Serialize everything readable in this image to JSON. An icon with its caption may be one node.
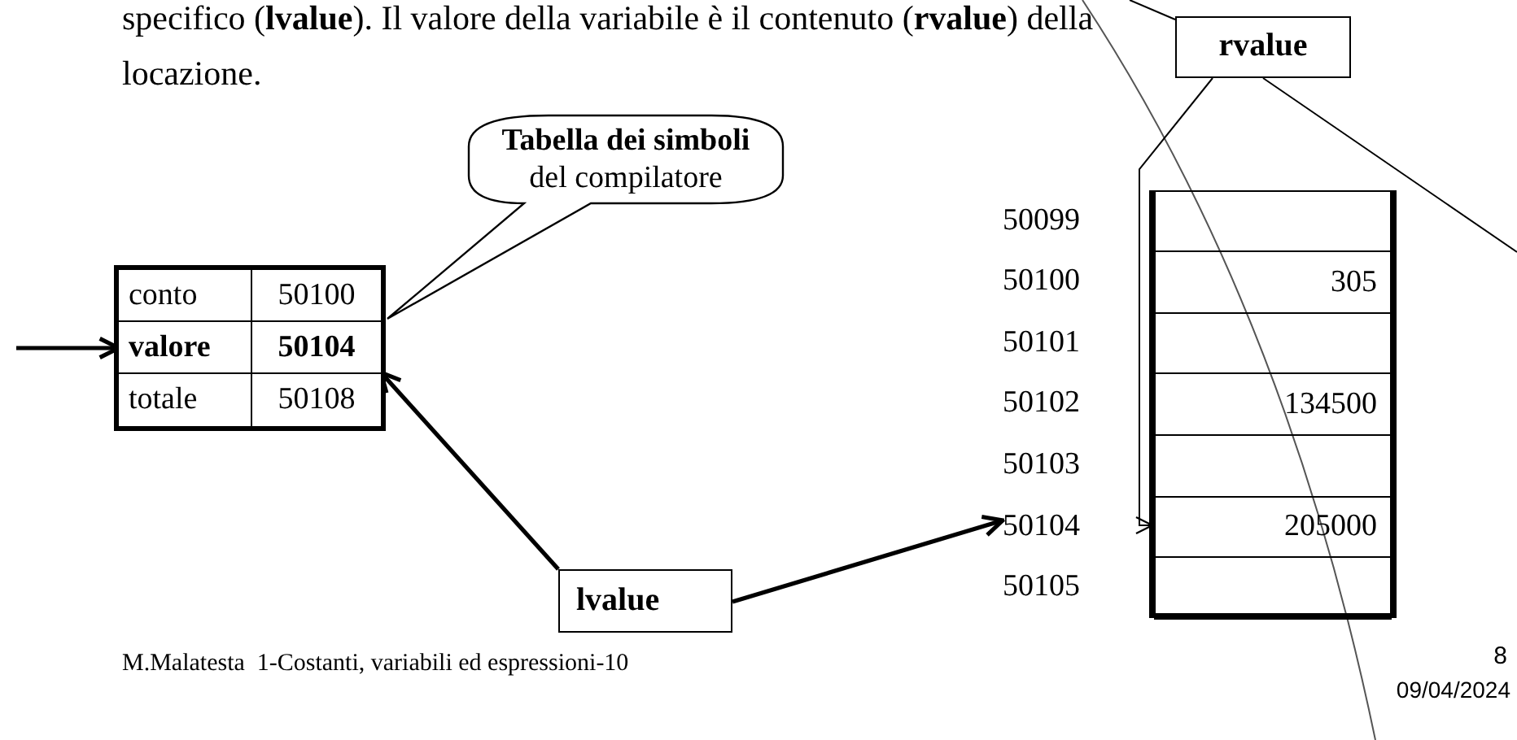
{
  "diagram": {
    "nodes": [
      {
        "text": [
          "rvalue"
        ]
      },
      {
        "text": [
          "Tabella dei simboli",
          "del compilatore"
        ]
      },
      {
        "text": [],
        "shape": "box"
      },
      {
        "text": [
          "conto",
          "50100"
        ],
        "in": 2
      },
      {
        "text": [
          "valore",
          "50104"
        ],
        "in": 2
      },
      {
        "text": [
          "totale",
          "50108"
        ],
        "in": 2
      },
      {
        "text": [],
        "shape": "box"
      },
      {
        "text": [],
        "shape": "box",
        "in": 6,
        "beside": [
          "50099"
        ]
      },
      {
        "text": [
          "305"
        ],
        "in": 6,
        "beside": [
          "50100"
        ]
      },
      {
        "text": [],
        "shape": "box",
        "in": 6,
        "beside": [
          "50101"
        ]
      },
      {
        "text": [
          "134500"
        ],
        "in": 6,
        "beside": [
          "50102"
        ]
      },
      {
        "text": [],
        "shape": "box",
        "in": 6,
        "beside": [
          "50103"
        ]
      },
      {
        "text": [
          "205000"
        ],
        "in": 6,
        "beside": [
          "50104"
        ]
      },
      {
        "text": [],
        "shape": "box",
        "in": 6,
        "beside": [
          "50105"
        ]
      },
      {
        "text": [
          "lvalue"
        ]
      }
    ],
    "edges": [
      {
        "from": null,
        "to": 4,
        "arrow": "to",
        "style": "thick"
      },
      {
        "from": 14,
        "to": 4,
        "arrow": "to",
        "style": "thick"
      },
      {
        "from": 14,
        "to": 12,
        "arrow": "to",
        "style": "thick"
      },
      {
        "from": 0,
        "to": 12,
        "arrow": "to"
      },
      {
        "from": null,
        "to": 0,
        "arrow": "none"
      },
      {
        "from": 0,
        "to": null,
        "arrow": "none"
      }
    ],
    "labels": [
      "specifico (**lvalue**). Il valore della variabile è il contenuto (**rvalue**) della locazione.",
      "M.Malatesta  1-Costanti, variabili ed espressioni-10",
      "8",
      "09/04/2024"
    ]
  }
}
